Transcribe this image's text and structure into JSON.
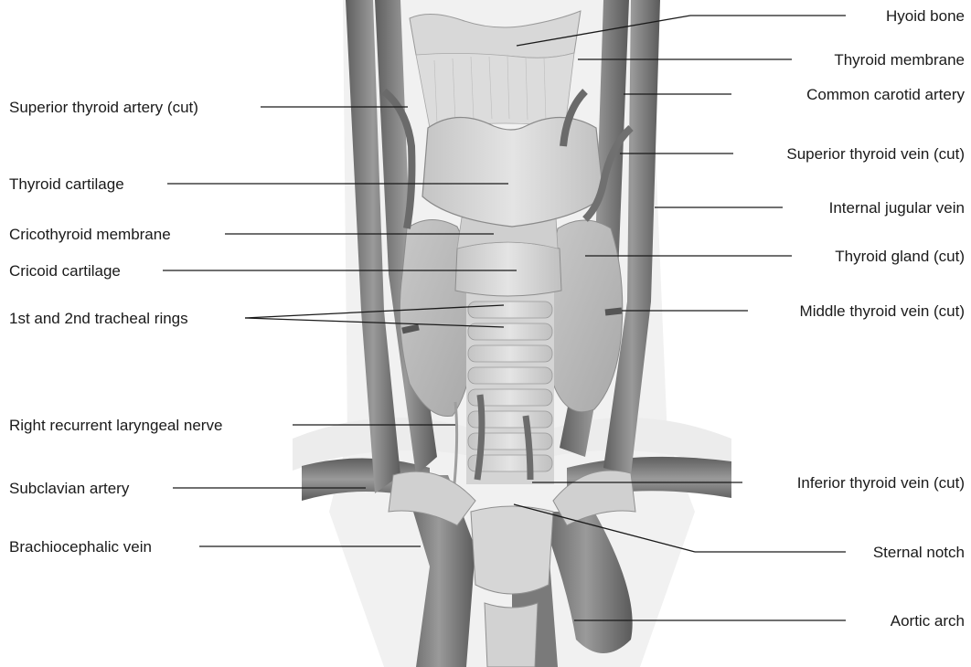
{
  "labels": {
    "hyoid_bone": "Hyoid bone",
    "thyroid_membrane": "Thyroid membrane",
    "common_carotid_artery": "Common carotid artery",
    "superior_thyroid_vein": "Superior thyroid vein (cut)",
    "internal_jugular_vein": "Internal jugular vein",
    "thyroid_gland": "Thyroid gland (cut)",
    "middle_thyroid_vein": "Middle thyroid vein (cut)",
    "inferior_thyroid_vein": "Inferior thyroid vein (cut)",
    "sternal_notch": "Sternal notch",
    "aortic_arch": "Aortic arch",
    "superior_thyroid_artery": "Superior thyroid artery (cut)",
    "thyroid_cartilage": "Thyroid cartilage",
    "cricothyroid_membrane": "Cricothyroid membrane",
    "cricoid_cartilage": "Cricoid cartilage",
    "tracheal_rings": "1st and 2nd tracheal rings",
    "recurrent_laryngeal_nerve": "Right recurrent laryngeal nerve",
    "subclavian_artery": "Subclavian artery",
    "brachiocephalic_vein": "Brachiocephalic vein"
  },
  "colors": {
    "vessel_dark": "#6e6e6e",
    "vessel_mid": "#8a8a8a",
    "cartilage": "#d6d6d6",
    "gland": "#b4b4b4",
    "background": "#ffffff",
    "text": "#1a1a1a"
  }
}
